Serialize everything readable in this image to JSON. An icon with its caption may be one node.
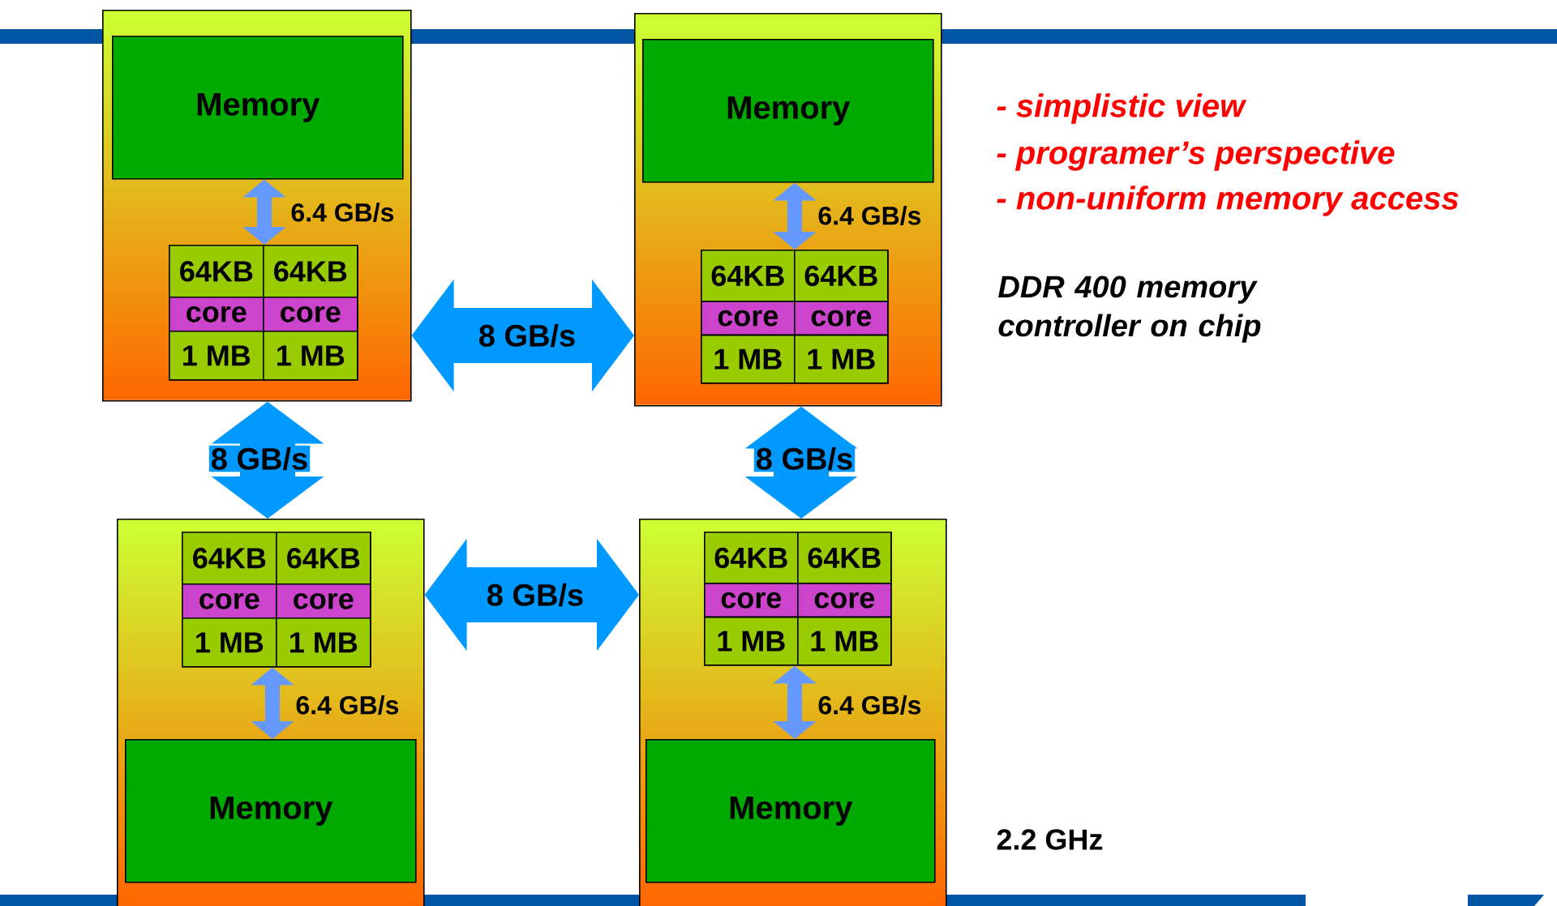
{
  "diagram": {
    "nodes": [
      {
        "text": [],
        "shape": "box"
      },
      {
        "text": [
          "Memory"
        ],
        "in": 0
      },
      {
        "text": [],
        "shape": "box",
        "in": 0
      },
      {
        "text": [
          "64KB"
        ],
        "in": 2
      },
      {
        "text": [
          "64KB"
        ],
        "in": 2
      },
      {
        "text": [
          "core"
        ],
        "in": 2
      },
      {
        "text": [
          "core"
        ],
        "in": 2
      },
      {
        "text": [
          "1 MB"
        ],
        "in": 2
      },
      {
        "text": [
          "1 MB"
        ],
        "in": 2
      },
      {
        "text": [],
        "shape": "box"
      },
      {
        "text": [
          "Memory"
        ],
        "in": 9
      },
      {
        "text": [],
        "shape": "box",
        "in": 9
      },
      {
        "text": [
          "64KB"
        ],
        "in": 11
      },
      {
        "text": [
          "64KB"
        ],
        "in": 11
      },
      {
        "text": [
          "core"
        ],
        "in": 11
      },
      {
        "text": [
          "core"
        ],
        "in": 11
      },
      {
        "text": [
          "1 MB"
        ],
        "in": 11
      },
      {
        "text": [
          "1 MB"
        ],
        "in": 11
      },
      {
        "text": [],
        "shape": "box"
      },
      {
        "text": [],
        "shape": "box",
        "in": 18
      },
      {
        "text": [
          "64KB"
        ],
        "in": 19
      },
      {
        "text": [
          "64KB"
        ],
        "in": 19
      },
      {
        "text": [
          "core"
        ],
        "in": 19
      },
      {
        "text": [
          "core"
        ],
        "in": 19
      },
      {
        "text": [
          "1 MB"
        ],
        "in": 19
      },
      {
        "text": [
          "1 MB"
        ],
        "in": 19
      },
      {
        "text": [
          "Memory"
        ],
        "in": 18
      },
      {
        "text": [],
        "shape": "box"
      },
      {
        "text": [],
        "shape": "box",
        "in": 27
      },
      {
        "text": [
          "64KB"
        ],
        "in": 28
      },
      {
        "text": [
          "64KB"
        ],
        "in": 28
      },
      {
        "text": [
          "core"
        ],
        "in": 28
      },
      {
        "text": [
          "core"
        ],
        "in": 28
      },
      {
        "text": [
          "1 MB"
        ],
        "in": 28
      },
      {
        "text": [
          "1 MB"
        ],
        "in": 28
      },
      {
        "text": [
          "Memory"
        ],
        "in": 27
      }
    ],
    "edges": [
      {
        "from": 1,
        "to": 2,
        "arrow": "both",
        "label": "6.4 GB/s",
        "color": "#6699ff"
      },
      {
        "from": 10,
        "to": 11,
        "arrow": "both",
        "label": "6.4 GB/s",
        "color": "#6699ff"
      },
      {
        "from": 19,
        "to": 26,
        "arrow": "both",
        "label": "6.4 GB/s",
        "color": "#6699ff"
      },
      {
        "from": 28,
        "to": 35,
        "arrow": "both",
        "label": "6.4 GB/s",
        "color": "#6699ff"
      },
      {
        "from": 0,
        "to": 9,
        "arrow": "both",
        "label": "8 GB/s",
        "style": "thick",
        "color": "#0099ff"
      },
      {
        "from": 0,
        "to": 18,
        "arrow": "both",
        "label": "8 GB/s",
        "style": "thick",
        "color": "#0099ff"
      },
      {
        "from": 9,
        "to": 27,
        "arrow": "both",
        "label": "8 GB/s",
        "style": "thick",
        "color": "#0099ff"
      },
      {
        "from": 18,
        "to": 27,
        "arrow": "both",
        "label": "8 GB/s",
        "style": "thick",
        "color": "#0099ff"
      }
    ],
    "labels": [
      "- simplistic view",
      "- programer’s perspective",
      "- non-uniform memory access",
      "DDR 400 memory controller on chip",
      "2.2 GHz"
    ]
  }
}
